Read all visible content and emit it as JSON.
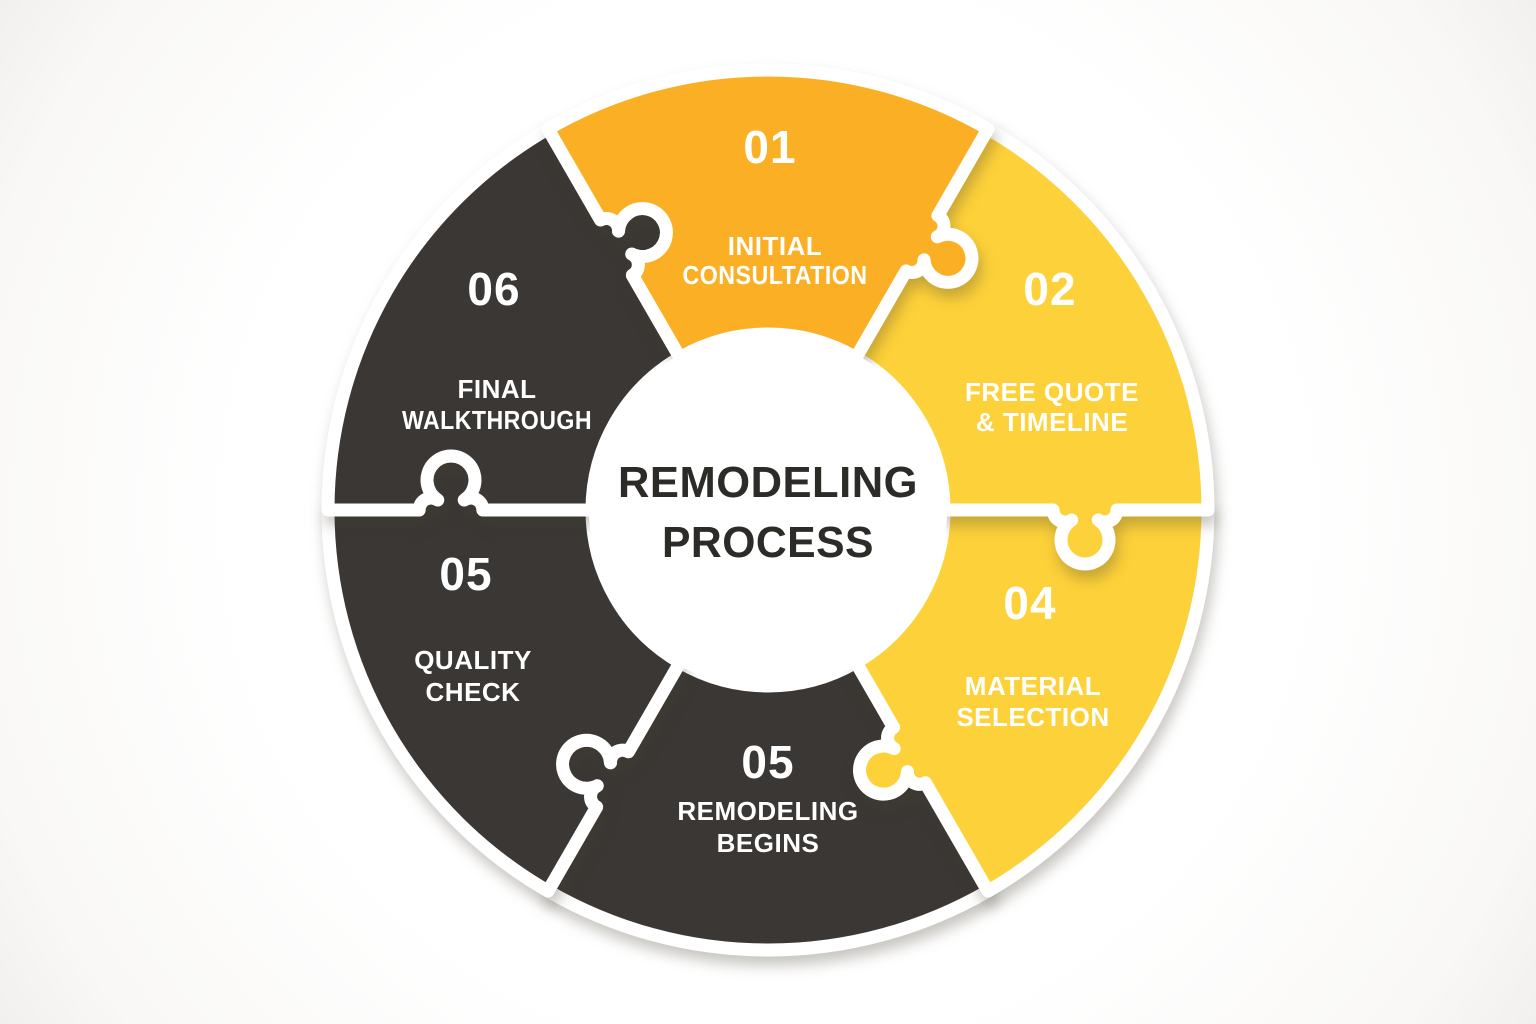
{
  "title": {
    "line1": "REMODELING",
    "line2": "PROCESS"
  },
  "colors": {
    "orange": "#FBAF24",
    "yellow": "#FDD139",
    "dark": "#3A3734",
    "gap_white": "#FFFFFF",
    "title_text": "#2D2B28",
    "background": "#FFFFFF"
  },
  "segments": [
    {
      "id": "initial-consultation",
      "number": "01",
      "label_lines": [
        "INITIAL",
        "CONSULTATION"
      ],
      "color_key": "orange"
    },
    {
      "id": "free-quote-timeline",
      "number": "02",
      "label_lines": [
        "FREE QUOTE",
        "& TIMELINE"
      ],
      "color_key": "yellow"
    },
    {
      "id": "material-selection",
      "number": "04",
      "label_lines": [
        "MATERIAL",
        "SELECTION"
      ],
      "color_key": "yellow"
    },
    {
      "id": "remodeling-begins",
      "number": "05",
      "label_lines": [
        "REMODELING",
        "BEGINS"
      ],
      "color_key": "dark"
    },
    {
      "id": "quality-check",
      "number": "05",
      "label_lines": [
        "QUALITY",
        "CHECK"
      ],
      "color_key": "dark"
    },
    {
      "id": "final-walkthrough",
      "number": "06",
      "label_lines": [
        "FINAL",
        "WALKTHROUGH"
      ],
      "color_key": "dark"
    }
  ]
}
